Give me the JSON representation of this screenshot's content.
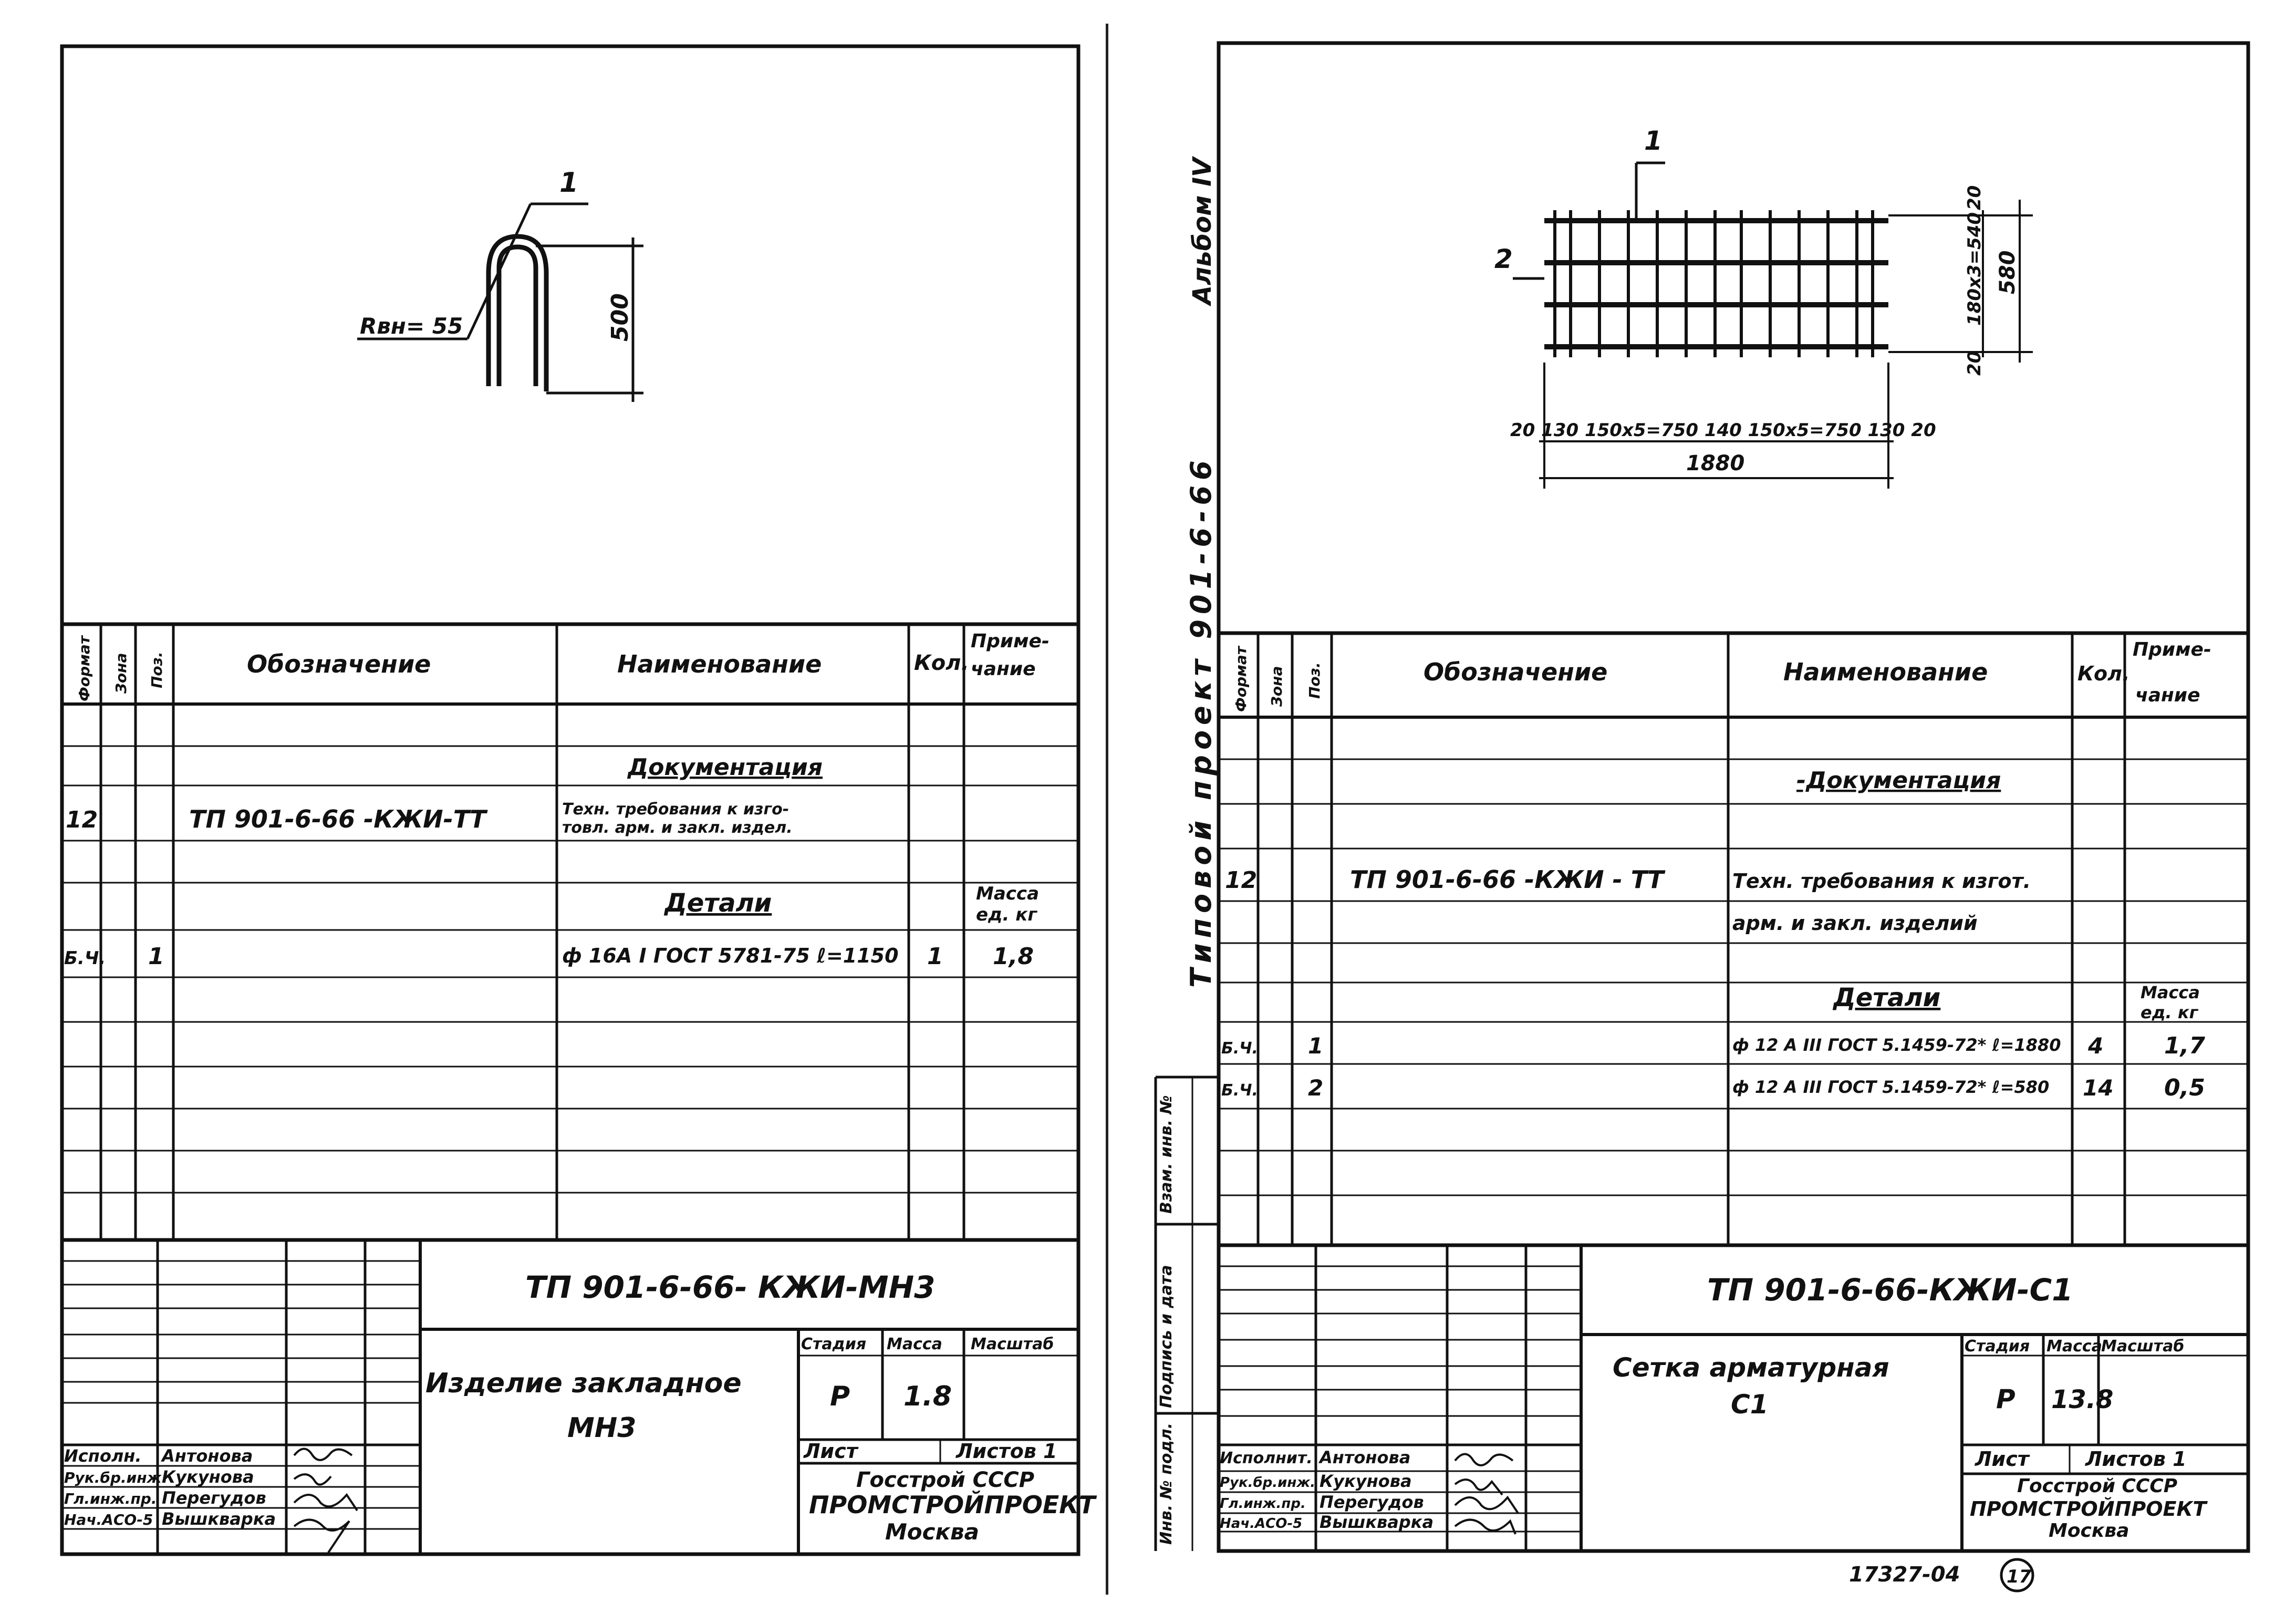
{
  "left_sheet": {
    "drawing": {
      "pos_label": "1",
      "radius_label": "Rвн= 55",
      "height_dim": "500"
    },
    "spec_table": {
      "headers": {
        "format": "Формат",
        "zone": "Зона",
        "pos": "Поз.",
        "designation": "Обозначение",
        "name": "Наименование",
        "qty": "Кол.",
        "note_1": "Приме-",
        "note_2": "чание"
      },
      "section_docs": "Документация",
      "doc_row": {
        "format": "12",
        "designation": "ТП 901-6-66 -КЖИ-ТТ",
        "name_1": "Техн. требования к изго-",
        "name_2": "товл. арм. и закл. издел."
      },
      "section_details": "Детали",
      "mass_note_1": "Масса",
      "mass_note_2": "ед. кг",
      "detail_rows": [
        {
          "format": "Б.Ч.",
          "pos": "1",
          "name": "ф 16А I  ГОСТ 5781-75 ℓ=1150",
          "qty": "1",
          "note": "1,8"
        }
      ]
    },
    "title_block": {
      "code": "ТП 901-6-66-  КЖИ-МН3",
      "title_1": "Изделие закладное",
      "title_2": "МН3",
      "stage_label": "Стадия",
      "mass_label": "Масса",
      "scale_label": "Масштаб",
      "stage": "Р",
      "mass": "1.8",
      "sheet_label": "Лист",
      "sheets_label": "Листов 1",
      "org_1": "Госстрой СССР",
      "org_2": "ПРОМСТРОЙПРОЕКТ",
      "org_3": "Москва",
      "roles": [
        {
          "role": "Исполн.",
          "name": "Антонова"
        },
        {
          "role": "Рук.бр.инж.",
          "name": "Кукунова"
        },
        {
          "role": "Гл.инж.пр.",
          "name": "Перегудов"
        },
        {
          "role": "Нач.АСО-5",
          "name": "Вышкварка"
        }
      ]
    }
  },
  "right_sheet": {
    "side_label": "Типовой проект 901-6-66",
    "album_label": "Альбом IV",
    "stamp_fields": [
      "Взам. инв. №",
      "Подпись и дата",
      "Инв. № подл."
    ],
    "drawing": {
      "pos_1": "1",
      "pos_2": "2",
      "dim_top": "20",
      "dim_mid": "180x3=540",
      "dim_bottom": "20",
      "dim_total_h": "580",
      "dim_bottom_row": "20  130  150x5=750  140  150x5=750  130  20",
      "dim_total_w": "1880"
    },
    "spec_table": {
      "headers": {
        "format": "Формат",
        "zone": "Зона",
        "pos": "Поз.",
        "designation": "Обозначение",
        "name": "Наименование",
        "qty": "Кол.",
        "note_1": "Приме-",
        "note_2": "чание"
      },
      "section_docs": "-Документация",
      "doc_row": {
        "format": "12",
        "designation": "ТП 901-6-66 -КЖИ - ТТ",
        "name_1": "Техн. требования к изгот.",
        "name_2": "арм. и закл. изделий"
      },
      "section_details": "Детали",
      "mass_note_1": "Масса",
      "mass_note_2": "ед. кг",
      "detail_rows": [
        {
          "format": "Б.Ч.",
          "pos": "1",
          "name": "ф 12 А III ГОСТ 5.1459-72* ℓ=1880",
          "qty": "4",
          "note": "1,7"
        },
        {
          "format": "Б.Ч.",
          "pos": "2",
          "name": "ф 12 А III ГОСТ 5.1459-72* ℓ=580",
          "qty": "14",
          "note": "0,5"
        }
      ]
    },
    "title_block": {
      "code": "ТП 901-6-66-КЖИ-С1",
      "title_1": "Сетка арматурная",
      "title_2": "С1",
      "stage_label": "Стадия",
      "mass_label": "Масса",
      "scale_label": "Масштаб",
      "stage": "Р",
      "mass": "13.8",
      "sheet_label": "Лист",
      "sheets_label": "Листов 1",
      "org_1": "Госстрой СССР",
      "org_2": "ПРОМСТРОЙПРОЕКТ",
      "org_3": "Москва",
      "roles": [
        {
          "role": "Исполнит.",
          "name": "Антонова"
        },
        {
          "role": "Рук.бр.инж.",
          "name": "Кукунова"
        },
        {
          "role": "Гл.инж.пр.",
          "name": "Перегудов"
        },
        {
          "role": "Нач.АСО-5",
          "name": "Вышкварка"
        }
      ]
    },
    "footer_number": "17327-04",
    "page_circle": "17"
  }
}
